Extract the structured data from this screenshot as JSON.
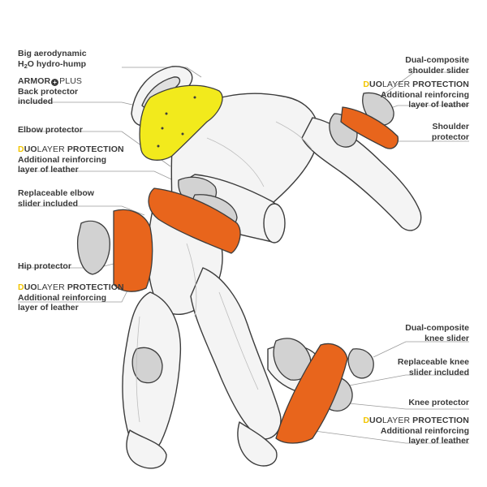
{
  "labels": {
    "hump": {
      "line1": "Big aerodynamic",
      "line2_pre": "H",
      "line2_sub": "2",
      "line2_post": "O hydro-hump"
    },
    "armor": {
      "brand_a": "ARMOR",
      "brand_b": "PLUS",
      "line1": "Back protector",
      "line2": "included"
    },
    "elbow_protector": {
      "line1": "Elbow protector"
    },
    "duo_left_1": {
      "mark": "D",
      "brand_a": "UO",
      "brand_b": "LAYER",
      "brand_c": "PROTECTION",
      "line1": "Additional reinforcing",
      "line2": "layer of leather"
    },
    "elbow_slider": {
      "line1": "Replaceable elbow",
      "line2": "slider included"
    },
    "hip": {
      "line1": "Hip protector"
    },
    "duo_left_2": {
      "mark": "D",
      "brand_a": "UO",
      "brand_b": "LAYER",
      "brand_c": "PROTECTION",
      "line1": "Additional reinforcing",
      "line2": "layer of leather"
    },
    "shoulder_slider": {
      "line1": "Dual-composite",
      "line2": "shoulder slider"
    },
    "duo_right_1": {
      "mark": "D",
      "brand_a": "UO",
      "brand_b": "LAYER",
      "brand_c": "PROTECTION",
      "line1": "Additional reinforcing",
      "line2": "layer of leather"
    },
    "shoulder_protector": {
      "line1": "Shoulder",
      "line2": "protector"
    },
    "knee_slider": {
      "line1": "Dual-composite",
      "line2": "knee slider"
    },
    "knee_replaceable": {
      "line1": "Replaceable knee",
      "line2": "slider included"
    },
    "knee_protector": {
      "line1": "Knee protector"
    },
    "duo_right_2": {
      "mark": "D",
      "brand_a": "UO",
      "brand_b": "LAYER",
      "brand_c": "PROTECTION",
      "line1": "Additional reinforcing",
      "line2": "layer of leather"
    }
  },
  "colors": {
    "leather_layer": "#e8651c",
    "back_protector": "#f2ea1c",
    "suit": "#f4f4f4",
    "outline": "#3c3c3c",
    "pad_grey": "#d2d2d2",
    "leader": "#9a9a9a",
    "brand_mark": "#f2c500"
  }
}
